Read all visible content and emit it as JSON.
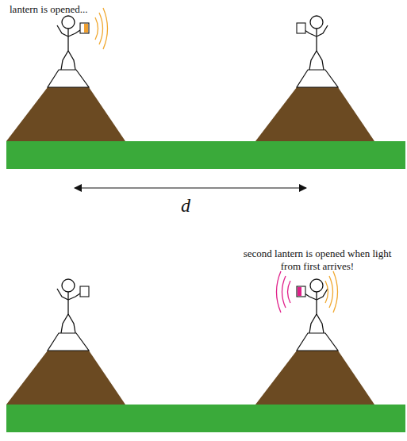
{
  "diagram": {
    "labels": [
      "lantern is opened...",
      "d",
      "second lantern is opened when light from first arrives!"
    ]
  }
}
